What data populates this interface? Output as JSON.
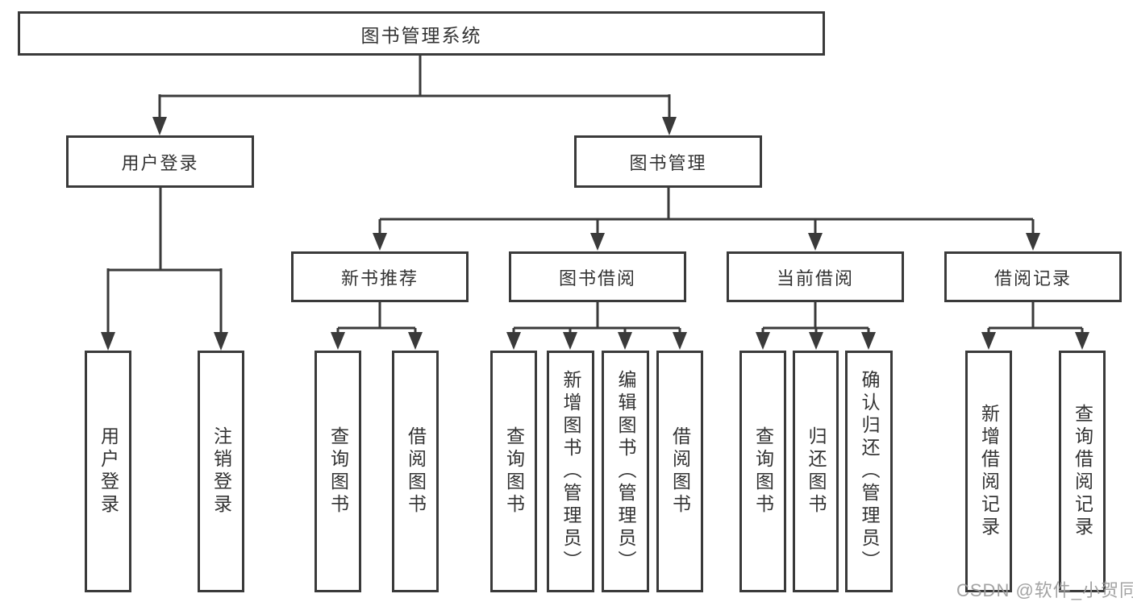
{
  "colors": {
    "line": "#3a3a3a",
    "text": "#333333",
    "watermark": "#9c9c9c",
    "background": "#ffffff"
  },
  "watermark": {
    "text": "CSDN @软件_小贺同学"
  },
  "tree": {
    "root": {
      "label": "图书管理系统"
    },
    "branches": [
      {
        "label": "用户登录",
        "children": [
          {
            "label": "用户登录"
          },
          {
            "label": "注销登录"
          }
        ]
      },
      {
        "label": "图书管理",
        "groups": [
          {
            "label": "新书推荐",
            "children": [
              {
                "label": "查询图书"
              },
              {
                "label": "借阅图书"
              }
            ]
          },
          {
            "label": "图书借阅",
            "children": [
              {
                "label": "查询图书"
              },
              {
                "label": "新增图书（管理员）"
              },
              {
                "label": "编辑图书（管理员）"
              },
              {
                "label": "借阅图书"
              }
            ]
          },
          {
            "label": "当前借阅",
            "children": [
              {
                "label": "查询图书"
              },
              {
                "label": "归还图书"
              },
              {
                "label": "确认归还（管理员）"
              }
            ]
          },
          {
            "label": "借阅记录",
            "children": [
              {
                "label": "新增借阅记录"
              },
              {
                "label": "查询借阅记录"
              }
            ]
          }
        ]
      }
    ]
  }
}
